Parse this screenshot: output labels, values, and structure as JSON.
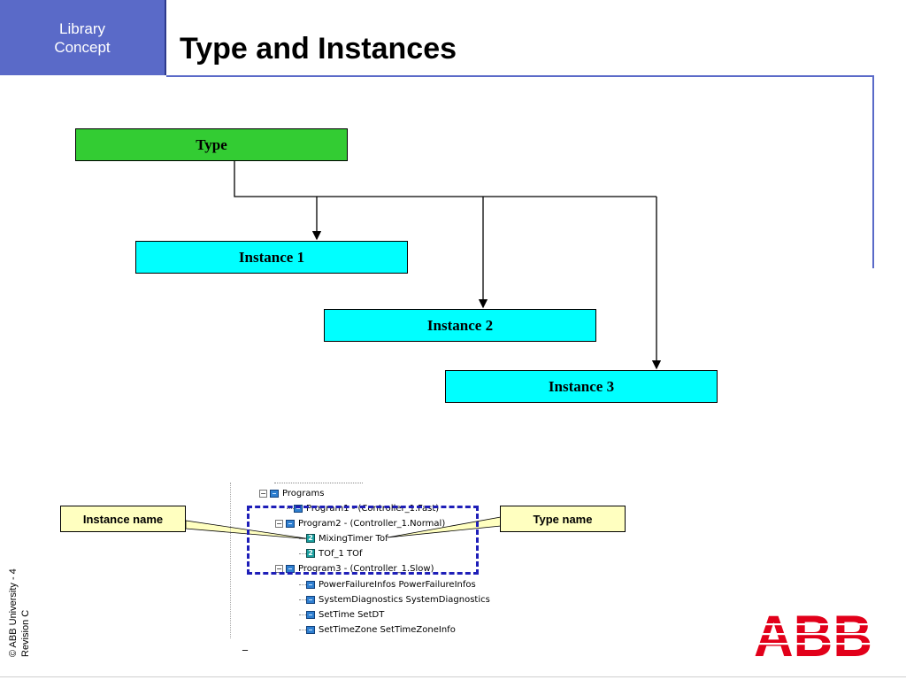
{
  "header": {
    "corner_line1": "Library",
    "corner_line2": "Concept",
    "title": "Type and Instances"
  },
  "diagram": {
    "type_label": "Type",
    "instance1_label": "Instance 1",
    "instance2_label": "Instance 2",
    "instance3_label": "Instance 3"
  },
  "tree": {
    "root": "Programs",
    "program1": "Program1 - (Controller_1.Fast)",
    "program2": "Program2 - (Controller_1.Normal)",
    "mixing_timer": "MixingTimer   Tof",
    "tof_1": "TOf_1   TOf",
    "program3": "Program3 - (Controller_1.Slow)",
    "power_failure": "PowerFailureInfos   PowerFailureInfos",
    "system_diag": "SystemDiagnostics   SystemDiagnostics",
    "set_time": "SetTime   SetDT",
    "set_timezone": "SetTimeZone   SetTimeZoneInfo",
    "fb_icon_glyph": "2"
  },
  "callouts": {
    "instance_name": "Instance name",
    "type_name": "Type name"
  },
  "footer": {
    "copyright": "© ABB University - 4",
    "revision": "Revision C",
    "logo_text": "ABB"
  },
  "colors": {
    "header_blue": "#5a6ac8",
    "type_green": "#33cc33",
    "instance_cyan": "#00ffff",
    "callout_yellow": "#ffffc0",
    "highlight_blue": "#1e1eb8",
    "abb_red": "#e2001a"
  }
}
